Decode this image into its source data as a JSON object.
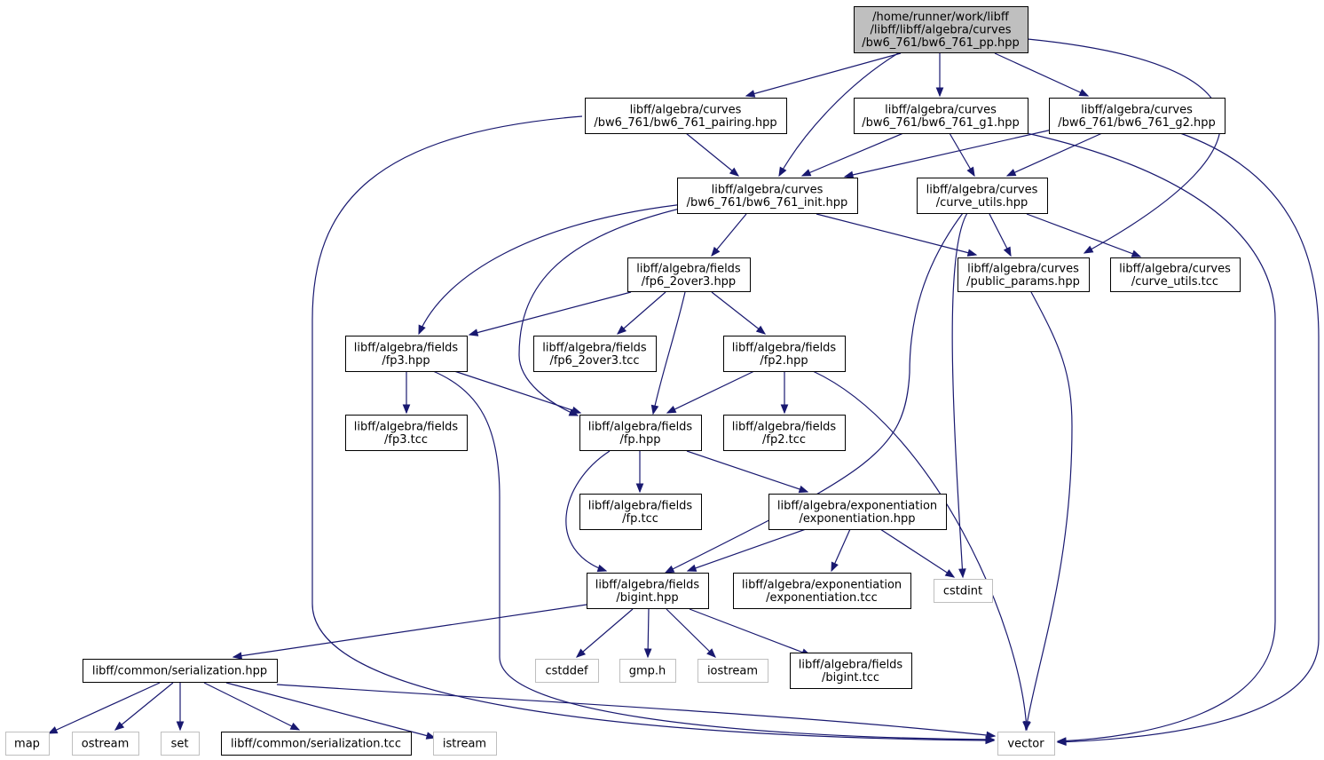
{
  "diagram": {
    "type": "include-dependency-graph",
    "colors": {
      "edge": "#191970",
      "root_fill": "#bfbfbf",
      "node_border": "#000000",
      "system_border": "#bfbfbf",
      "background": "#ffffff"
    },
    "nodes": [
      {
        "id": "root",
        "lines": [
          "/home/runner/work/libff",
          "/libff/libff/algebra/curves",
          "/bw6_761/bw6_761_pp.hpp"
        ],
        "kind": "root"
      },
      {
        "id": "pairing",
        "lines": [
          "libff/algebra/curves",
          "/bw6_761/bw6_761_pairing.hpp"
        ],
        "kind": "local"
      },
      {
        "id": "g1",
        "lines": [
          "libff/algebra/curves",
          "/bw6_761/bw6_761_g1.hpp"
        ],
        "kind": "local"
      },
      {
        "id": "g2",
        "lines": [
          "libff/algebra/curves",
          "/bw6_761/bw6_761_g2.hpp"
        ],
        "kind": "local"
      },
      {
        "id": "init",
        "lines": [
          "libff/algebra/curves",
          "/bw6_761/bw6_761_init.hpp"
        ],
        "kind": "local"
      },
      {
        "id": "curve_utils_hpp",
        "lines": [
          "libff/algebra/curves",
          "/curve_utils.hpp"
        ],
        "kind": "local"
      },
      {
        "id": "fp6",
        "lines": [
          "libff/algebra/fields",
          "/fp6_2over3.hpp"
        ],
        "kind": "local"
      },
      {
        "id": "public_params",
        "lines": [
          "libff/algebra/curves",
          "/public_params.hpp"
        ],
        "kind": "local"
      },
      {
        "id": "curve_utils_tcc",
        "lines": [
          "libff/algebra/curves",
          "/curve_utils.tcc"
        ],
        "kind": "local"
      },
      {
        "id": "fp3",
        "lines": [
          "libff/algebra/fields",
          "/fp3.hpp"
        ],
        "kind": "local"
      },
      {
        "id": "fp6_tcc",
        "lines": [
          "libff/algebra/fields",
          "/fp6_2over3.tcc"
        ],
        "kind": "local"
      },
      {
        "id": "fp2",
        "lines": [
          "libff/algebra/fields",
          "/fp2.hpp"
        ],
        "kind": "local"
      },
      {
        "id": "fp3_tcc",
        "lines": [
          "libff/algebra/fields",
          "/fp3.tcc"
        ],
        "kind": "local"
      },
      {
        "id": "fp",
        "lines": [
          "libff/algebra/fields",
          "/fp.hpp"
        ],
        "kind": "local"
      },
      {
        "id": "fp2_tcc",
        "lines": [
          "libff/algebra/fields",
          "/fp2.tcc"
        ],
        "kind": "local"
      },
      {
        "id": "fp_tcc",
        "lines": [
          "libff/algebra/fields",
          "/fp.tcc"
        ],
        "kind": "local"
      },
      {
        "id": "exp_hpp",
        "lines": [
          "libff/algebra/exponentiation",
          "/exponentiation.hpp"
        ],
        "kind": "local"
      },
      {
        "id": "bigint",
        "lines": [
          "libff/algebra/fields",
          "/bigint.hpp"
        ],
        "kind": "local"
      },
      {
        "id": "exp_tcc",
        "lines": [
          "libff/algebra/exponentiation",
          "/exponentiation.tcc"
        ],
        "kind": "local"
      },
      {
        "id": "cstdint",
        "lines": [
          "cstdint"
        ],
        "kind": "system"
      },
      {
        "id": "serialization",
        "lines": [
          "libff/common/serialization.hpp"
        ],
        "kind": "local"
      },
      {
        "id": "cstddef",
        "lines": [
          "cstddef"
        ],
        "kind": "system"
      },
      {
        "id": "gmp",
        "lines": [
          "gmp.h"
        ],
        "kind": "system"
      },
      {
        "id": "iostream",
        "lines": [
          "iostream"
        ],
        "kind": "system"
      },
      {
        "id": "bigint_tcc",
        "lines": [
          "libff/algebra/fields",
          "/bigint.tcc"
        ],
        "kind": "local"
      },
      {
        "id": "map",
        "lines": [
          "map"
        ],
        "kind": "system"
      },
      {
        "id": "ostream",
        "lines": [
          "ostream"
        ],
        "kind": "system"
      },
      {
        "id": "set",
        "lines": [
          "set"
        ],
        "kind": "system"
      },
      {
        "id": "serialization_tcc",
        "lines": [
          "libff/common/serialization.tcc"
        ],
        "kind": "local"
      },
      {
        "id": "istream",
        "lines": [
          "istream"
        ],
        "kind": "system"
      },
      {
        "id": "vector",
        "lines": [
          "vector"
        ],
        "kind": "system"
      }
    ],
    "edges": [
      {
        "from": "root",
        "to": "pairing"
      },
      {
        "from": "root",
        "to": "init"
      },
      {
        "from": "root",
        "to": "g1"
      },
      {
        "from": "root",
        "to": "g2"
      },
      {
        "from": "root",
        "to": "public_params"
      },
      {
        "from": "pairing",
        "to": "init"
      },
      {
        "from": "pairing",
        "to": "vector"
      },
      {
        "from": "g1",
        "to": "init"
      },
      {
        "from": "g1",
        "to": "curve_utils_hpp"
      },
      {
        "from": "g1",
        "to": "vector"
      },
      {
        "from": "g2",
        "to": "init"
      },
      {
        "from": "g2",
        "to": "curve_utils_hpp"
      },
      {
        "from": "g2",
        "to": "vector"
      },
      {
        "from": "init",
        "to": "fp3"
      },
      {
        "from": "init",
        "to": "fp"
      },
      {
        "from": "init",
        "to": "fp6"
      },
      {
        "from": "init",
        "to": "public_params"
      },
      {
        "from": "curve_utils_hpp",
        "to": "bigint"
      },
      {
        "from": "curve_utils_hpp",
        "to": "cstdint"
      },
      {
        "from": "curve_utils_hpp",
        "to": "public_params"
      },
      {
        "from": "curve_utils_hpp",
        "to": "curve_utils_tcc"
      },
      {
        "from": "fp6",
        "to": "fp3"
      },
      {
        "from": "fp6",
        "to": "fp6_tcc"
      },
      {
        "from": "fp6",
        "to": "fp"
      },
      {
        "from": "fp6",
        "to": "fp2"
      },
      {
        "from": "public_params",
        "to": "vector"
      },
      {
        "from": "fp3",
        "to": "fp3_tcc"
      },
      {
        "from": "fp3",
        "to": "fp"
      },
      {
        "from": "fp3",
        "to": "vector"
      },
      {
        "from": "fp2",
        "to": "fp"
      },
      {
        "from": "fp2",
        "to": "fp2_tcc"
      },
      {
        "from": "fp2",
        "to": "vector"
      },
      {
        "from": "fp",
        "to": "bigint"
      },
      {
        "from": "fp",
        "to": "fp_tcc"
      },
      {
        "from": "fp",
        "to": "exp_hpp"
      },
      {
        "from": "exp_hpp",
        "to": "bigint"
      },
      {
        "from": "exp_hpp",
        "to": "exp_tcc"
      },
      {
        "from": "exp_hpp",
        "to": "cstdint"
      },
      {
        "from": "bigint",
        "to": "serialization"
      },
      {
        "from": "bigint",
        "to": "cstddef"
      },
      {
        "from": "bigint",
        "to": "gmp"
      },
      {
        "from": "bigint",
        "to": "iostream"
      },
      {
        "from": "bigint",
        "to": "bigint_tcc"
      },
      {
        "from": "serialization",
        "to": "map"
      },
      {
        "from": "serialization",
        "to": "ostream"
      },
      {
        "from": "serialization",
        "to": "set"
      },
      {
        "from": "serialization",
        "to": "serialization_tcc"
      },
      {
        "from": "serialization",
        "to": "istream"
      },
      {
        "from": "serialization",
        "to": "vector"
      }
    ]
  }
}
